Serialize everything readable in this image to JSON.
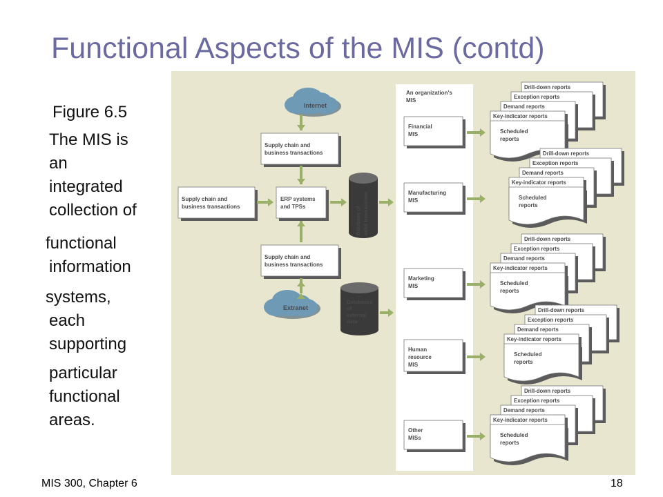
{
  "slide": {
    "title": "Functional Aspects of the MIS (contd)",
    "figure_label": "Figure 6.5",
    "body_lines": [
      "The MIS is",
      "an",
      "integrated",
      "collection of",
      "functional",
      "information",
      "systems,",
      "each",
      "supporting",
      "particular",
      "functional",
      "areas."
    ],
    "footer_left": "MIS 300, Chapter 6",
    "footer_right": "18"
  },
  "diagram": {
    "colors": {
      "background": "#e9e6cf",
      "arrow": "#9ab068",
      "cloud": "#6f9ab6",
      "cylinder": "#3a3a3a",
      "box_shadow": "#5b5b5b",
      "mis_column": "#ffffff"
    },
    "clouds": {
      "internet": "Internet",
      "extranet": "Extranet"
    },
    "left_boxes": {
      "supply_top": [
        "Supply chain and",
        "business transactions"
      ],
      "supply_left": [
        "Supply chain and",
        "business transactions"
      ],
      "erp": [
        "ERP systems",
        "and TPSs"
      ],
      "supply_bottom": [
        "Supply chain and",
        "business transactions"
      ]
    },
    "databases": {
      "valid": [
        "Database of",
        "valid transactions"
      ],
      "external": [
        "Databases",
        "of",
        "external",
        "data"
      ]
    },
    "mis_column_title": [
      "An organization's",
      "MIS"
    ],
    "mis_items": [
      {
        "lines": [
          "Financial",
          "MIS"
        ]
      },
      {
        "lines": [
          "Manufacturing",
          "MIS"
        ]
      },
      {
        "lines": [
          "Marketing",
          "MIS"
        ]
      },
      {
        "lines": [
          "Human",
          "resource",
          "MIS"
        ]
      },
      {
        "lines": [
          "Other",
          "MISs"
        ]
      }
    ],
    "report_labels": {
      "drill_down": "Drill-down reports",
      "exception": "Exception reports",
      "demand": "Demand reports",
      "key_indicator": "Key-indicator reports",
      "scheduled": [
        "Scheduled",
        "reports"
      ]
    }
  }
}
